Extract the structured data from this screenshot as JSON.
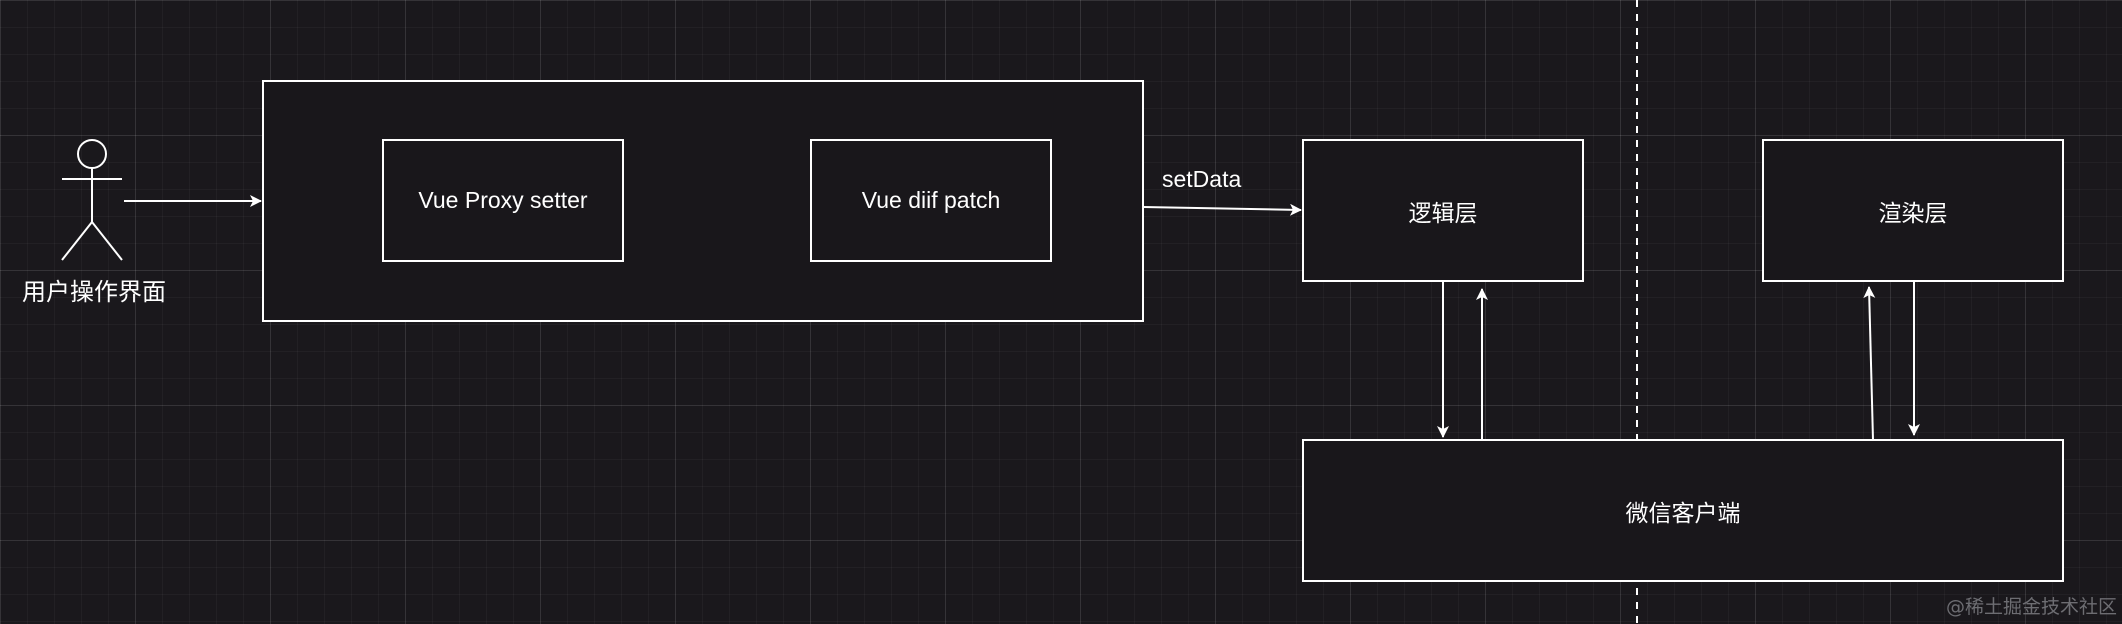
{
  "diagram": {
    "actor": {
      "label": "用户操作界面"
    },
    "nodes": {
      "vue_proxy_setter": "Vue Proxy setter",
      "vue_diff_patch": "Vue diif patch",
      "logic_layer": "逻辑层",
      "render_layer": "渲染层",
      "wechat_client": "微信客户端"
    },
    "edge_labels": {
      "set_data": "setData"
    },
    "watermark": "@稀土掘金技术社区"
  },
  "colors": {
    "background": "#1a181c",
    "stroke": "#ffffff",
    "grid": "#2e2c31",
    "watermark": "#6d6d72"
  }
}
